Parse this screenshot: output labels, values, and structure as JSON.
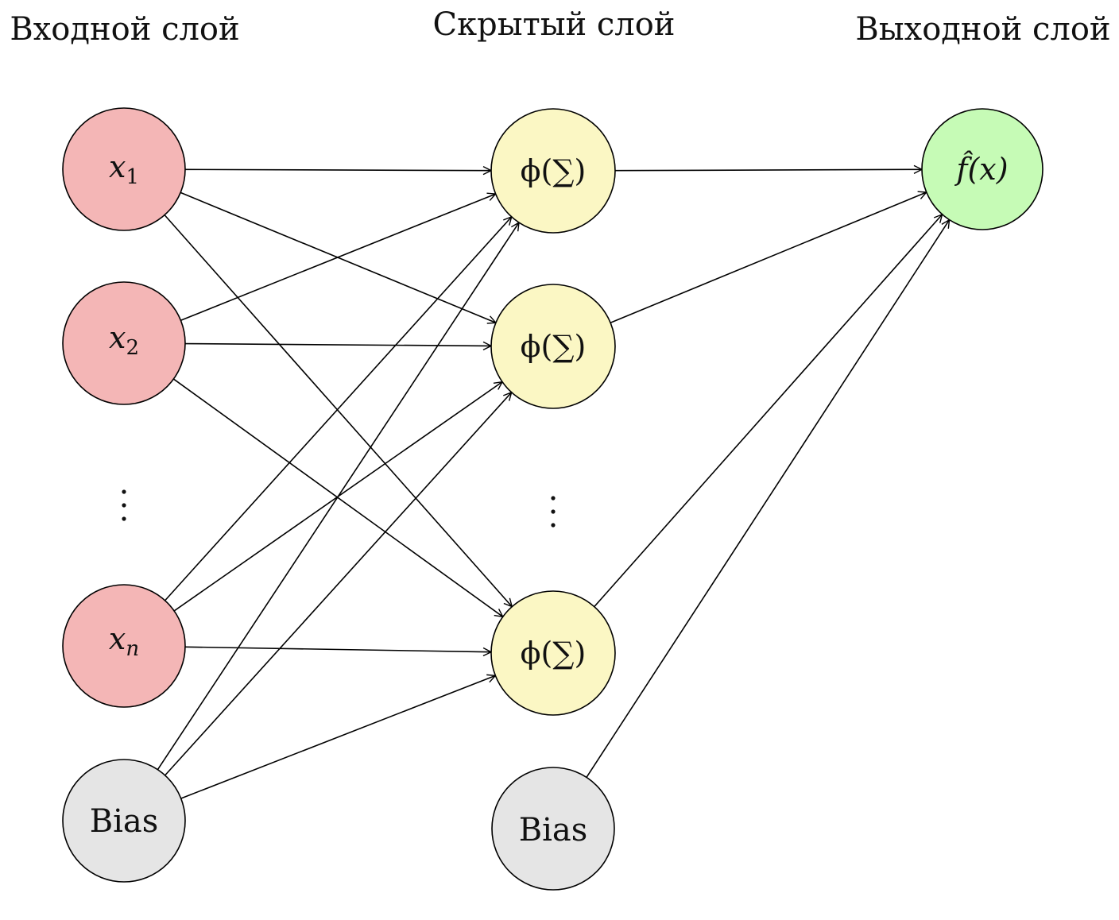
{
  "layers": {
    "input": "Входной слой",
    "hidden": "Скрытый слой",
    "output": "Выходной слой"
  },
  "nodes": {
    "x1": {
      "var": "x",
      "sub": "1",
      "color": "#f4b6b6"
    },
    "x2": {
      "var": "x",
      "sub": "2",
      "color": "#f4b6b6"
    },
    "xn": {
      "var": "x",
      "sub": "n",
      "color": "#f4b6b6"
    },
    "bias_in": {
      "label": "Bias",
      "color": "#e5e5e5"
    },
    "h1": {
      "label": "ϕ(∑)",
      "color": "#fbf7c4"
    },
    "h2": {
      "label": "ϕ(∑)",
      "color": "#fbf7c4"
    },
    "hn": {
      "label": "ϕ(∑)",
      "color": "#fbf7c4"
    },
    "bias_hidden": {
      "label": "Bias",
      "color": "#e5e5e5"
    },
    "out": {
      "label": "f̂(x)",
      "color": "#c6fbb6"
    }
  },
  "edges": [
    [
      "x1",
      "h1"
    ],
    [
      "x1",
      "h2"
    ],
    [
      "x1",
      "hn"
    ],
    [
      "x2",
      "h1"
    ],
    [
      "x2",
      "h2"
    ],
    [
      "x2",
      "hn"
    ],
    [
      "xn",
      "h1"
    ],
    [
      "xn",
      "h2"
    ],
    [
      "xn",
      "hn"
    ],
    [
      "bias_in",
      "h1"
    ],
    [
      "bias_in",
      "h2"
    ],
    [
      "bias_in",
      "hn"
    ],
    [
      "h1",
      "out"
    ],
    [
      "h2",
      "out"
    ],
    [
      "hn",
      "out"
    ],
    [
      "bias_hidden",
      "out"
    ]
  ]
}
